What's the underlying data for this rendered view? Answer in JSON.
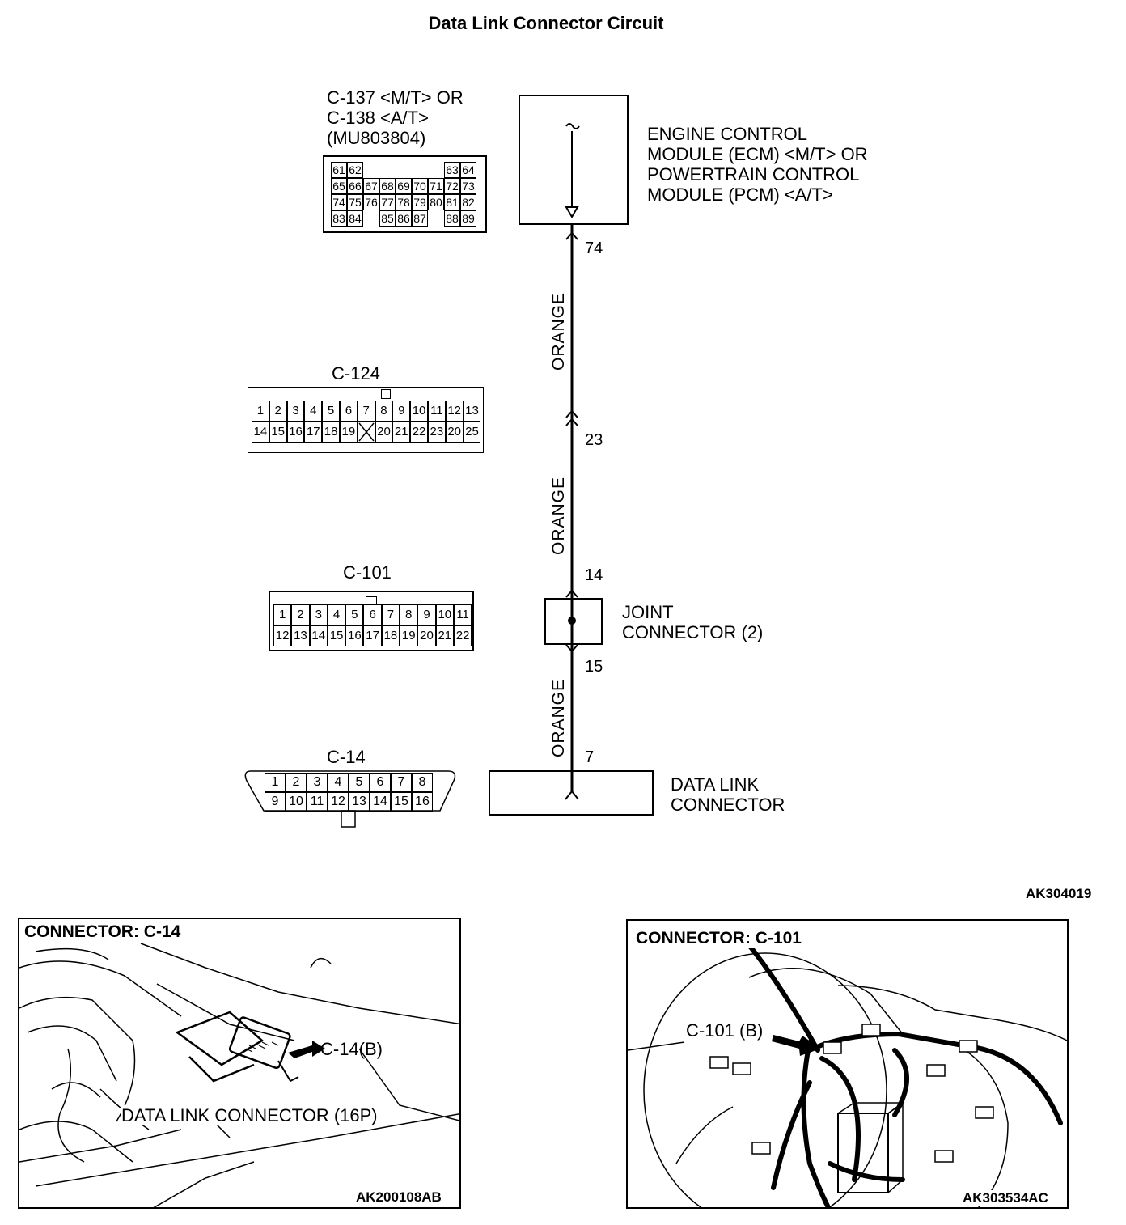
{
  "title": "Data Link Connector Circuit",
  "ecm": {
    "connector_label_lines": [
      "C-137 <M/T> OR",
      "C-138 <A/T>",
      "(MU803804)"
    ],
    "module_label_lines": [
      "ENGINE CONTROL",
      "MODULE (ECM) <M/T> OR",
      "POWERTRAIN CONTROL",
      "MODULE (PCM) <A/T>"
    ],
    "pin_grid": [
      [
        "61",
        "62",
        "",
        "",
        "",
        "",
        "",
        "63",
        "64"
      ],
      [
        "65",
        "66",
        "67",
        "68",
        "69",
        "70",
        "71",
        "72",
        "73"
      ],
      [
        "74",
        "75",
        "76",
        "77",
        "78",
        "79",
        "80",
        "81",
        "82"
      ],
      [
        "83",
        "84",
        "",
        "85",
        "86",
        "87",
        "",
        "88",
        "89"
      ]
    ]
  },
  "c124": {
    "label": "C-124",
    "row1": [
      "1",
      "2",
      "3",
      "4",
      "5",
      "6",
      "7",
      "8",
      "9",
      "10",
      "11",
      "12",
      "13"
    ],
    "row2": [
      "14",
      "15",
      "16",
      "17",
      "18",
      "19",
      "",
      "20",
      "21",
      "22",
      "23",
      "20",
      "25"
    ]
  },
  "c101": {
    "label": "C-101",
    "row1": [
      "1",
      "2",
      "3",
      "4",
      "5",
      "6",
      "7",
      "8",
      "9",
      "10",
      "11"
    ],
    "row2": [
      "12",
      "13",
      "14",
      "15",
      "16",
      "17",
      "18",
      "19",
      "20",
      "21",
      "22"
    ]
  },
  "c14": {
    "label": "C-14",
    "row1": [
      "1",
      "2",
      "3",
      "4",
      "5",
      "6",
      "7",
      "8"
    ],
    "row2": [
      "9",
      "10",
      "11",
      "12",
      "13",
      "14",
      "15",
      "16"
    ]
  },
  "circuit": {
    "pins": {
      "ecm_pin": "74",
      "c124_pin": "23",
      "joint_in": "14",
      "joint_out": "15",
      "dlc_pin": "7"
    },
    "wire_colors": [
      "ORANGE",
      "ORANGE",
      "ORANGE"
    ],
    "joint_label_lines": [
      "JOINT",
      "CONNECTOR (2)"
    ],
    "dlc_label_lines": [
      "DATA LINK",
      "CONNECTOR"
    ]
  },
  "diagram_code": "AK304019",
  "photo_left": {
    "title": "CONNECTOR: C-14",
    "callout": "C-14(B)",
    "caption": "DATA LINK CONNECTOR (16P)",
    "code": "AK200108AB"
  },
  "photo_right": {
    "title": "CONNECTOR: C-101",
    "callout": "C-101 (B)",
    "code": "AK303534AC"
  }
}
